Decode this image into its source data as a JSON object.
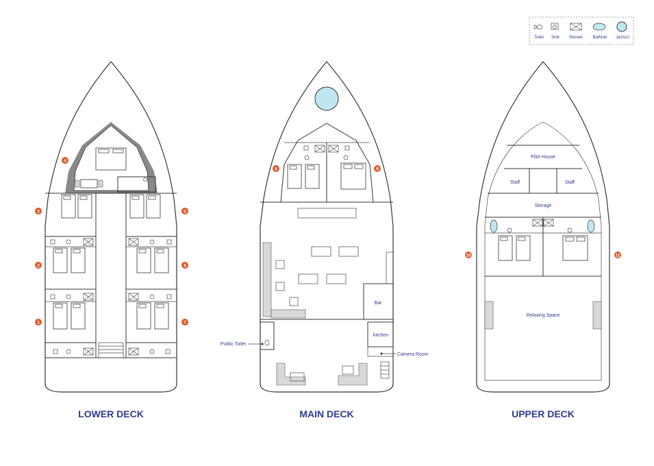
{
  "decks": {
    "lower": {
      "title": "LOWER DECK"
    },
    "main": {
      "title": "MAIN DECK"
    },
    "upper": {
      "title": "UPPER DECK"
    }
  },
  "legend": {
    "items": [
      {
        "label": "Toilet",
        "icon": "toilet-icon"
      },
      {
        "label": "Sink",
        "icon": "sink-icon"
      },
      {
        "label": "Shower",
        "icon": "shower-icon"
      },
      {
        "label": "Bathtub",
        "icon": "bathtub-icon"
      },
      {
        "label": "Jachzzi",
        "icon": "jacuzzi-icon"
      }
    ]
  },
  "rooms": {
    "bar": "Bar",
    "kitchen": "kitchen",
    "camera_room": "Camera Room",
    "public_toilet": "Public Toilet",
    "pilot_house": "Pilot House",
    "staff_left": "Staff",
    "staff_right": "Staff",
    "storage": "Storage",
    "relaxing_space": "Relaxing Space"
  },
  "cabins": [
    "1",
    "2",
    "3",
    "4",
    "5",
    "6",
    "7",
    "8",
    "9",
    "10",
    "11"
  ],
  "colors": {
    "accent_orange": "#e05a2a",
    "label_blue": "#2e3b8f",
    "jacuzzi_fill": "#bfe7f2",
    "shaded_gray": "#8a8a8a"
  }
}
